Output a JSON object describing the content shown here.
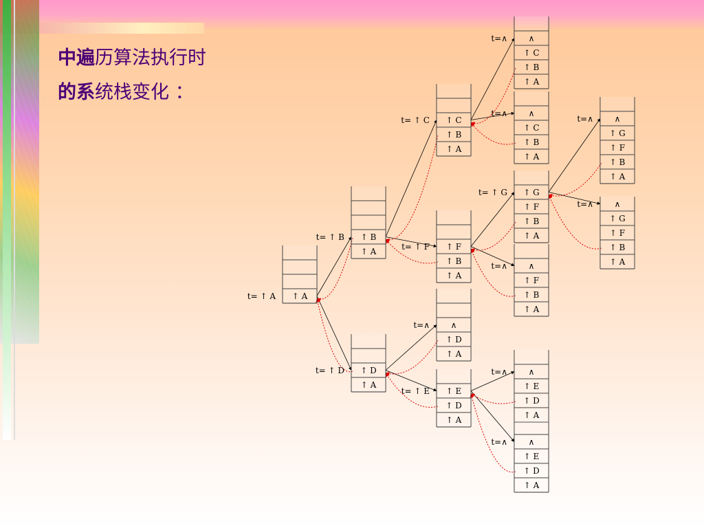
{
  "title": {
    "line1_bold": "中遍",
    "line1_rest": "历算法执行时",
    "line2_bold": "的系",
    "line2_rest": "统栈变化 ："
  },
  "stacks": [
    {
      "id": "s-a",
      "label": "t= ↑ A",
      "cells": [
        "",
        "",
        "",
        "↑ A"
      ]
    },
    {
      "id": "s-b",
      "label": "t= ↑ B",
      "cells": [
        "",
        "",
        "",
        "↑ B",
        "↑ A"
      ]
    },
    {
      "id": "s-d",
      "label": "t= ↑ D",
      "cells": [
        "",
        "",
        "↑ D",
        "↑ A"
      ]
    },
    {
      "id": "s-c",
      "label": "t= ↑ C",
      "cells": [
        "",
        "",
        "↑ C",
        "↑ B",
        "↑ A"
      ]
    },
    {
      "id": "s-f",
      "label": "t= ↑ F",
      "cells": [
        "",
        "",
        "↑ F",
        "↑ B",
        "↑ A"
      ]
    },
    {
      "id": "s-dl",
      "label": "t=∧",
      "cells": [
        "",
        "",
        "∧",
        "↑ D",
        "↑ A"
      ]
    },
    {
      "id": "s-e",
      "label": "t= ↑ E",
      "cells": [
        "",
        "↑ E",
        "↑ D",
        "↑ A"
      ]
    },
    {
      "id": "s-c1",
      "label": "t=∧",
      "cells": [
        "",
        "∧",
        "↑ C",
        "↑ B",
        "↑ A"
      ]
    },
    {
      "id": "s-c2",
      "label": "t=∧",
      "cells": [
        "",
        "∧",
        "↑ C",
        "↑ B",
        "↑ A"
      ]
    },
    {
      "id": "s-g",
      "label": "t= ↑ G",
      "cells": [
        "",
        "↑ G",
        "↑ F",
        "↑ B",
        "↑ A"
      ]
    },
    {
      "id": "s-fr",
      "label": "t=∧",
      "cells": [
        "",
        "∧",
        "↑ F",
        "↑ B",
        "↑ A"
      ]
    },
    {
      "id": "s-e1",
      "label": "t=∧",
      "cells": [
        "",
        "∧",
        "↑ E",
        "↑ D",
        "↑ A"
      ]
    },
    {
      "id": "s-e2",
      "label": "t=∧",
      "cells": [
        "",
        "∧",
        "↑ E",
        "↑ D",
        "↑ A"
      ]
    },
    {
      "id": "s-g1",
      "label": "t=∧",
      "cells": [
        "",
        "∧",
        "↑ G",
        "↑ F",
        "↑ B",
        "↑ A"
      ]
    },
    {
      "id": "s-g2",
      "label": "t=∧",
      "cells": [
        "∧",
        "↑ G",
        "↑ F",
        "↑ B",
        "↑ A"
      ]
    }
  ],
  "colors": {
    "title": "#4b0076",
    "forward_arrow": "#000000",
    "return_arrow": "#e00000"
  }
}
